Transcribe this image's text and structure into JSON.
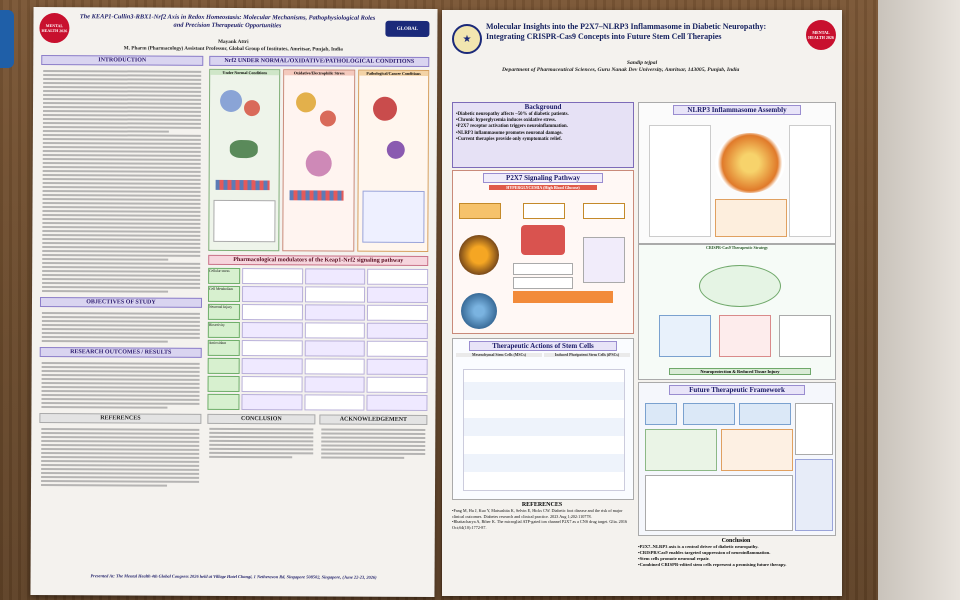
{
  "poster_left": {
    "logo_left": "MENTAL HEALTH 2026",
    "logo_right": "GLOBAL",
    "title": "The KEAP1-Cullin3-RBX1-Nrf2 Axis in Redox Homeostasis: Molecular Mechanisms, Pathophysiological Roles and Precision Therapeutic Opportunities",
    "author": "Mayank Attri",
    "affiliation": "M. Pharm (Pharmacology) Assistant Professor, Global Group of Institutes, Amritsar, Punjab, India",
    "sections": {
      "intro": "INTRODUCTION",
      "conditions": "Nrf2 UNDER NORMAL/OXIDATIVE/PATHOLOGICAL CONDITIONS",
      "modulators": "Pharmacological modulators of the Keap1-Nrf2 signaling pathway",
      "objectives": "OBJECTIVES OF STUDY",
      "results": "RESEARCH OUTCOMES / RESULTS",
      "references": "REFERENCES",
      "conclusion": "CONCLUSION",
      "acknowledgement": "ACKNOWLEDGEMENT"
    },
    "panel_labels": [
      "Under Normal Conditions",
      "Oxidative/Electrophilic Stress",
      "Pathological/Cancer Conditions"
    ],
    "row_labels": [
      "Cellular stress",
      "Cell Metabolism",
      "Neuronal Injury",
      "Bioactivity",
      "Antioxidant"
    ],
    "footer": "Presented At: The Mental Health 4th Global Congress 2026 held at Village Hotel Changi, 1 Netheravon Rd, Singapore 508502, Singapore, (June 22-23, 2026)"
  },
  "poster_right": {
    "logo_right": "MENTAL HEALTH 2026",
    "title": "Molecular Insights into the P2X7–NLRP3 Inflammasome in Diabetic Neuropathy: Integrating CRISPR-Cas9 Concepts into Future Stem Cell Therapies",
    "author": "Sandip tejpal",
    "affiliation": "Department of Pharmaceutical Sciences, Guru Nanak Dev University, Amritsar, 143005, Punjab, India",
    "background_heading": "Background",
    "background_points": [
      "•Diabetic neuropathy affects ~50% of diabetic patients.",
      "•Chronic hyperglycemia induces oxidative stress.",
      "•P2X7 receptor activation triggers neuroinflammation.",
      "•NLRP3 inflammasome promotes neuronal damage.",
      "•Current therapies provide only symptomatic relief."
    ],
    "p2x7_heading": "P2X7 Signaling Pathway",
    "p2x7_top": "HYPERGLYCEMIA (High Blood Glucose)",
    "nlrp3_heading": "NLRP3 Inflammasome Assembly",
    "crispr_label": "CRISPR-Cas9 Therapeutic Strategy",
    "neuro_label": "Neuroprotection & Reduced Tissue Injury",
    "stem_heading": "Therapeutic Actions of Stem Cells",
    "stem_sub": [
      "Mesenchymal Stem Cells (MSCs)",
      "Induced Pluripotent Stem Cells (iPSCs)"
    ],
    "future_heading": "Future Therapeutic Framework",
    "references_heading": "REFERENCES",
    "references_text": [
      "•Fang M, Hu J, Kuo Y, Matsushita K, Selvin E, Hicks CW. Diabetic foot disease and the risk of major clinical outcomes. Diabetes research and clinical practice. 2023 Aug 1;202:110778.",
      "•Bhattacharya A, Biber K. The microglial ATP-gated ion channel P2X7 as a CNS drug target. Glia. 2016 Oct;64(10):1772-87."
    ],
    "conclusion_heading": "Conclusion",
    "conclusion_points": [
      "•P2X7–NLRP3 axis is a central driver of diabetic neuropathy.",
      "•CRISPR/Cas9 enables targeted suppression of neuroinflammation.",
      "•Stem cells promote neuronal repair.",
      "•Combined CRISPR-edited stem cells represent a promising future therapy."
    ]
  }
}
